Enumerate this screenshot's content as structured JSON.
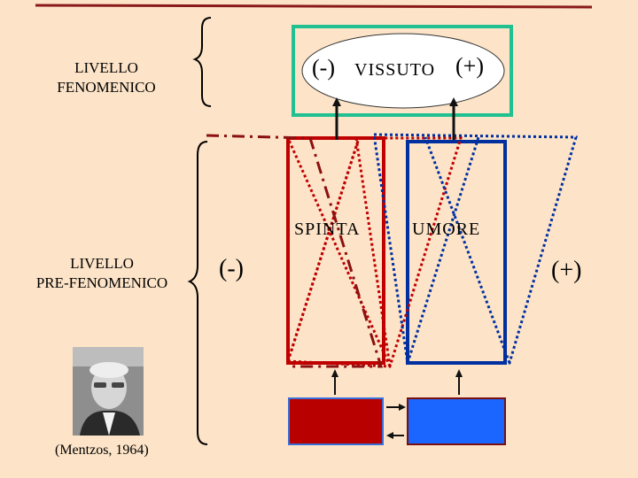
{
  "labels": {
    "fenomenico": [
      "LIVELLO",
      "FENOMENICO"
    ],
    "pre_fenomenico": [
      "LIVELLO",
      "PRE-FENOMENICO"
    ],
    "citation": "(Mentzos, 1964)"
  },
  "top": {
    "minus": "(-)",
    "title": "VISSUTO",
    "plus": "(+)"
  },
  "middle": {
    "spinta": "SPINTA",
    "umore": "UMORE",
    "minus": "(-)",
    "plus": "(+)"
  },
  "colors": {
    "background": "#fde4c8",
    "red": "#c00000",
    "blue": "#0030a0",
    "teal": "#20c090",
    "red_fill": "#b80000",
    "blue_fill": "#1a66ff",
    "dark": "#111111"
  }
}
